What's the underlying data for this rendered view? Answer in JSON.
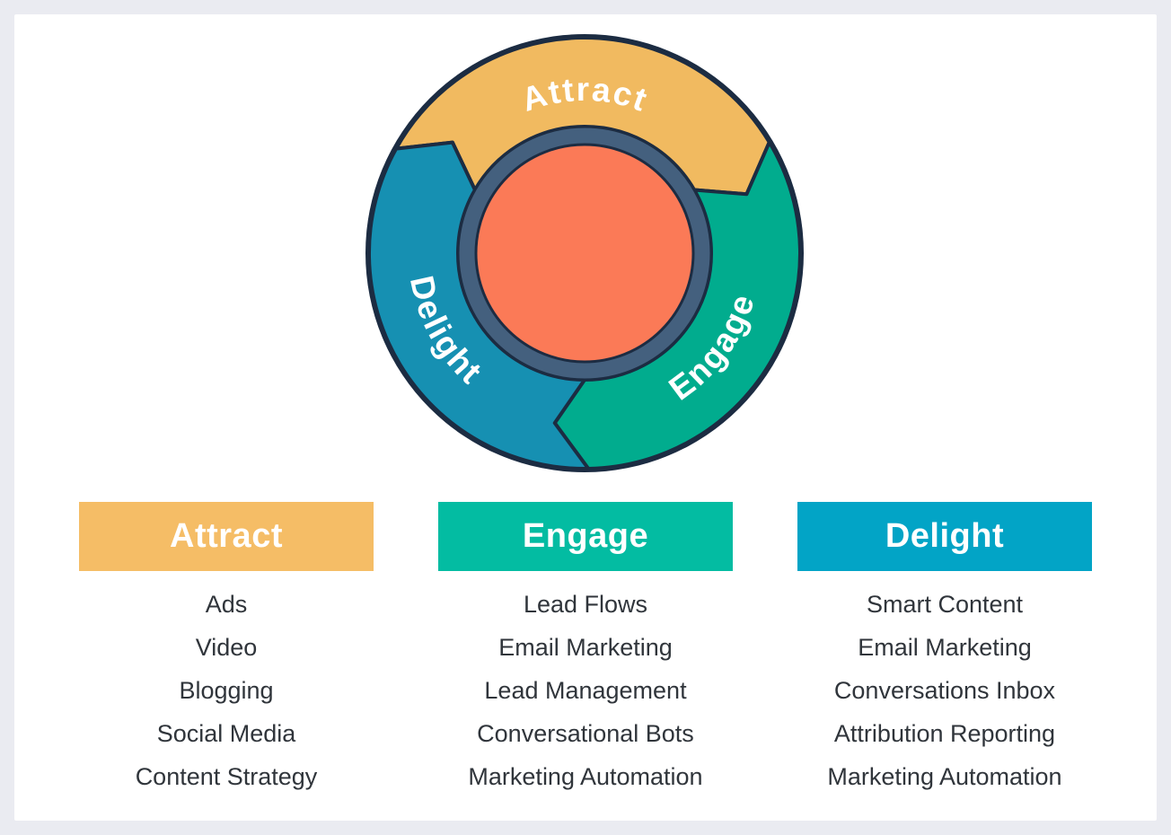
{
  "page": {
    "background_color": "#EAEBF1",
    "card_color": "#FFFFFF"
  },
  "chart_data": {
    "type": "flywheel-diagram",
    "title": "",
    "wheel": {
      "outline_color": "#1C2C42",
      "ring_color": "#44607E",
      "center_color": "#FB7A57",
      "label_color": "#FFFFFF",
      "segments": [
        {
          "label": "Attract",
          "color": "#F1BA60",
          "position": "top"
        },
        {
          "label": "Engage",
          "color": "#01AC8E",
          "position": "right-bottom"
        },
        {
          "label": "Delight",
          "color": "#1690B2",
          "position": "left-bottom"
        }
      ],
      "rotation_direction": "clockwise"
    },
    "columns": [
      {
        "title": "Attract",
        "header_color": "#F5BD66",
        "items": [
          "Ads",
          "Video",
          "Blogging",
          "Social Media",
          "Content Strategy"
        ]
      },
      {
        "title": "Engage",
        "header_color": "#03BCA2",
        "items": [
          "Lead Flows",
          "Email Marketing",
          "Lead Management",
          "Conversational Bots",
          "Marketing Automation"
        ]
      },
      {
        "title": "Delight",
        "header_color": "#02A4C6",
        "items": [
          "Smart Content",
          "Email Marketing",
          "Conversations Inbox",
          "Attribution Reporting",
          "Marketing Automation"
        ]
      }
    ],
    "item_text_color": "#30353B"
  }
}
